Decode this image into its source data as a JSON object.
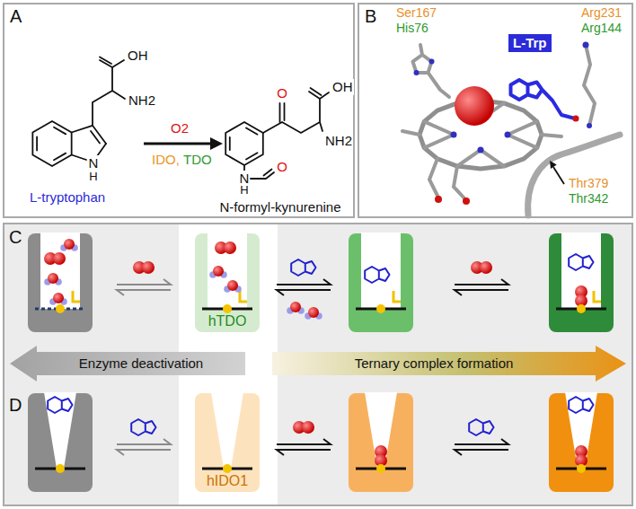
{
  "diagram": {
    "nodes": [
      {
        "text": [
          "A"
        ]
      },
      {
        "text": [
          "B"
        ]
      },
      {
        "text": [
          "L-Trp"
        ],
        "in": 1
      },
      {
        "text": [
          "C",
          "D"
        ]
      },
      {
        "text": [
          "hTDO"
        ],
        "in": 3
      },
      {
        "text": [
          "Enzyme deactivation"
        ],
        "in": 3
      },
      {
        "text": [
          "Ternary complex formation"
        ],
        "in": 3
      },
      {
        "text": [
          "hIDO1"
        ],
        "in": 3
      }
    ],
    "labels": [
      "OH",
      "NH2",
      "N",
      "H",
      "L-tryptophan",
      "O2",
      "IDO,",
      "TDO",
      "OH",
      "NH2",
      "O",
      "N",
      "H",
      "O",
      "N-formyl-kynurenine",
      "Ser167",
      "His76",
      "Arg231",
      "Arg144",
      "Thr379",
      "Thr342"
    ]
  }
}
